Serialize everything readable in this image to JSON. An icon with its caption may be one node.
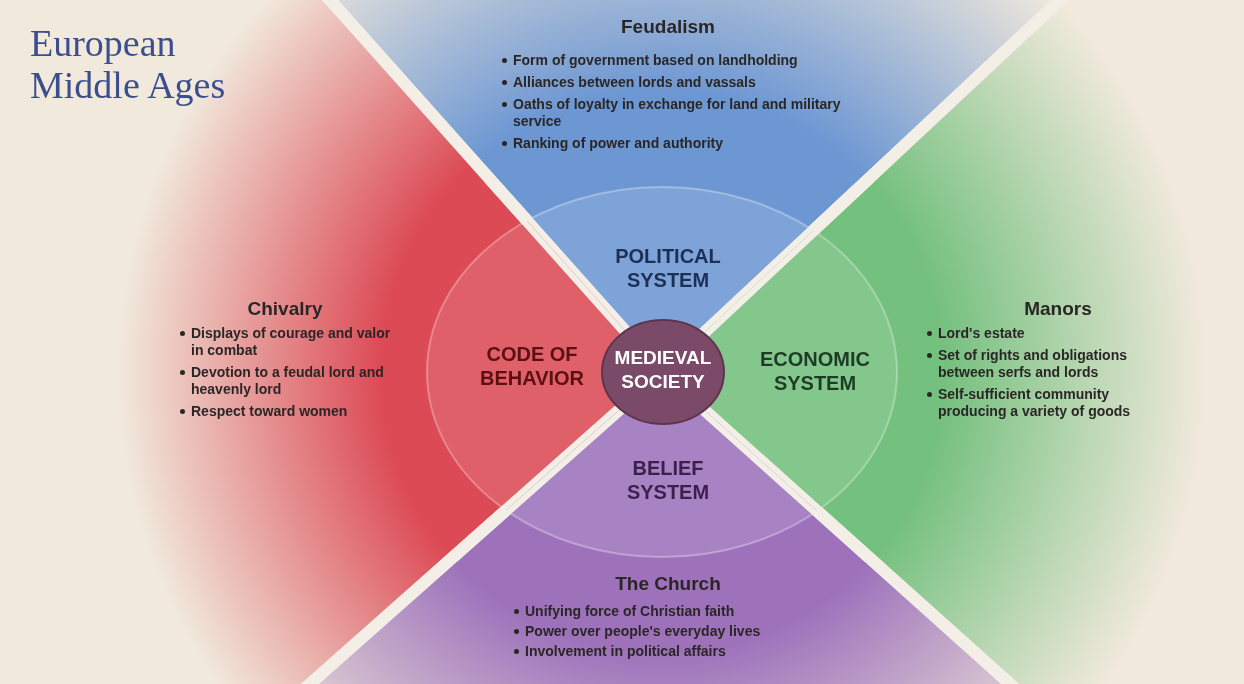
{
  "diagram": {
    "title": "European Middle Ages",
    "nodes": [
      {
        "text": [
          "Feudalism",
          "Form of government based on landholding",
          "Alliances between lords and vassals",
          "Oaths of loyalty in exchange for land and military service",
          "Ranking of power and authority"
        ]
      },
      {
        "text": [
          "POLITICAL SYSTEM"
        ],
        "in": 0
      },
      {
        "text": [
          "Chivalry",
          "Displays of courage and valor in combat",
          "Devotion to a feudal lord and heavenly lord",
          "Respect toward women"
        ]
      },
      {
        "text": [
          "CODE OF BEHAVIOR"
        ],
        "in": 2
      },
      {
        "text": [
          "MEDIEVAL SOCIETY"
        ]
      },
      {
        "text": [
          "Manors",
          "Lord's estate",
          "Set of rights and obligations between serfs and lords",
          "Self-sufficient community producing a variety of goods"
        ]
      },
      {
        "text": [
          "ECONOMIC SYSTEM"
        ],
        "in": 5
      },
      {
        "text": [
          "The Church",
          "Unifying force of Christian faith",
          "Power over people's everyday lives",
          "Involvement in political affairs"
        ]
      },
      {
        "text": [
          "BELIEF SYSTEM"
        ],
        "in": 7
      }
    ]
  }
}
